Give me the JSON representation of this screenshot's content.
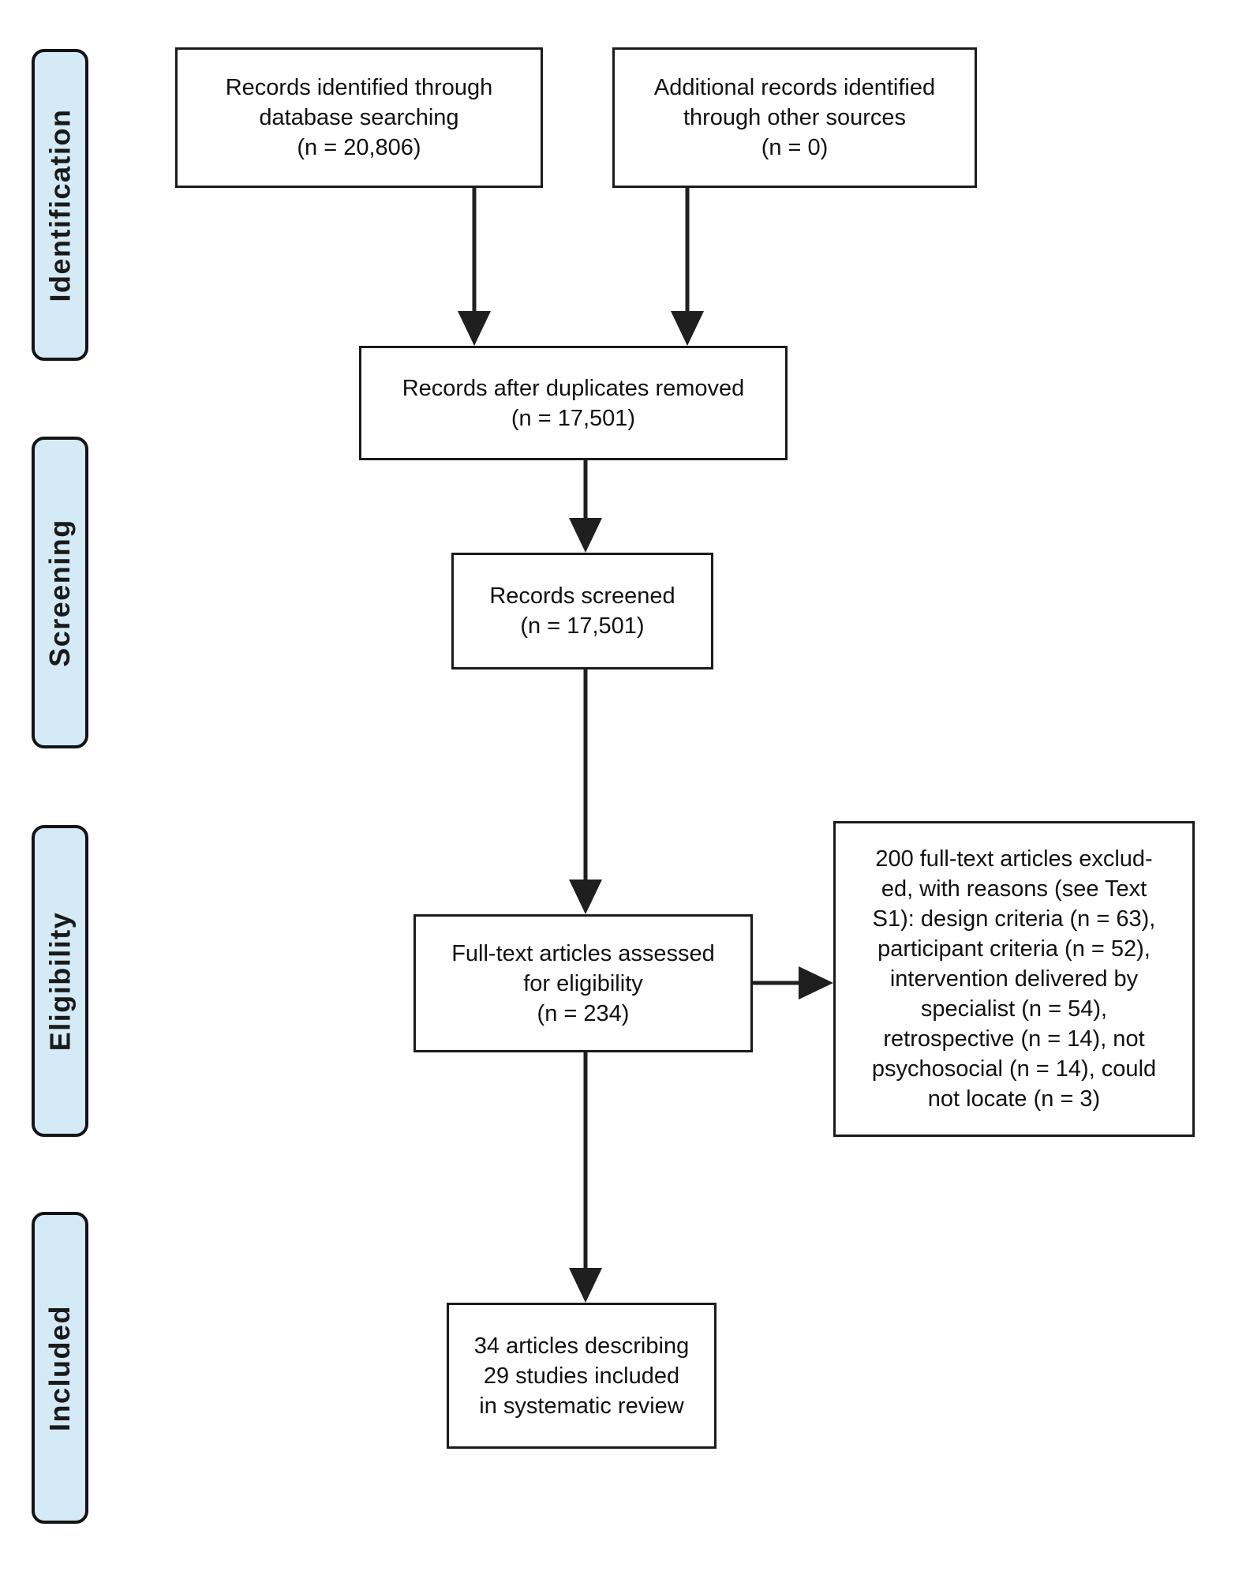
{
  "phases": [
    {
      "id": "identification",
      "label": "Identification"
    },
    {
      "id": "screening",
      "label": "Screening"
    },
    {
      "id": "eligibility",
      "label": "Eligibility"
    },
    {
      "id": "included",
      "label": "Included"
    }
  ],
  "boxes": {
    "records_identified": {
      "lines": [
        "Records identified through",
        "database searching",
        "(n = 20,806)"
      ],
      "n": 20806
    },
    "additional_records": {
      "lines": [
        "Additional records identified",
        "through other sources",
        "(n = 0)"
      ],
      "n": 0
    },
    "duplicates_removed": {
      "lines": [
        "Records after duplicates removed",
        "(n = 17,501)"
      ],
      "n": 17501
    },
    "records_screened": {
      "lines": [
        "Records screened",
        "(n = 17,501)"
      ],
      "n": 17501
    },
    "fulltext_assessed": {
      "lines": [
        "Full-text articles assessed",
        "for eligibility",
        "(n = 234)"
      ],
      "n": 234
    },
    "fulltext_excluded": {
      "lines": [
        "200 full-text articles exclud-",
        "ed, with reasons (see Text",
        "S1): design criteria (n = 63),",
        "participant criteria (n = 52),",
        "intervention delivered by",
        "specialist (n = 54),",
        "retrospective (n = 14), not",
        "psychosocial (n = 14), could",
        "not locate (n = 3)"
      ],
      "n": 200
    },
    "included_studies": {
      "lines": [
        "34 articles describing",
        "29 studies included",
        "in systematic review"
      ],
      "articles": 34,
      "studies": 29
    }
  },
  "colors": {
    "phase_fill": "#d4eaf7",
    "border": "#1b1b1b",
    "arrow": "#1f1f1f",
    "background": "#ffffff"
  }
}
